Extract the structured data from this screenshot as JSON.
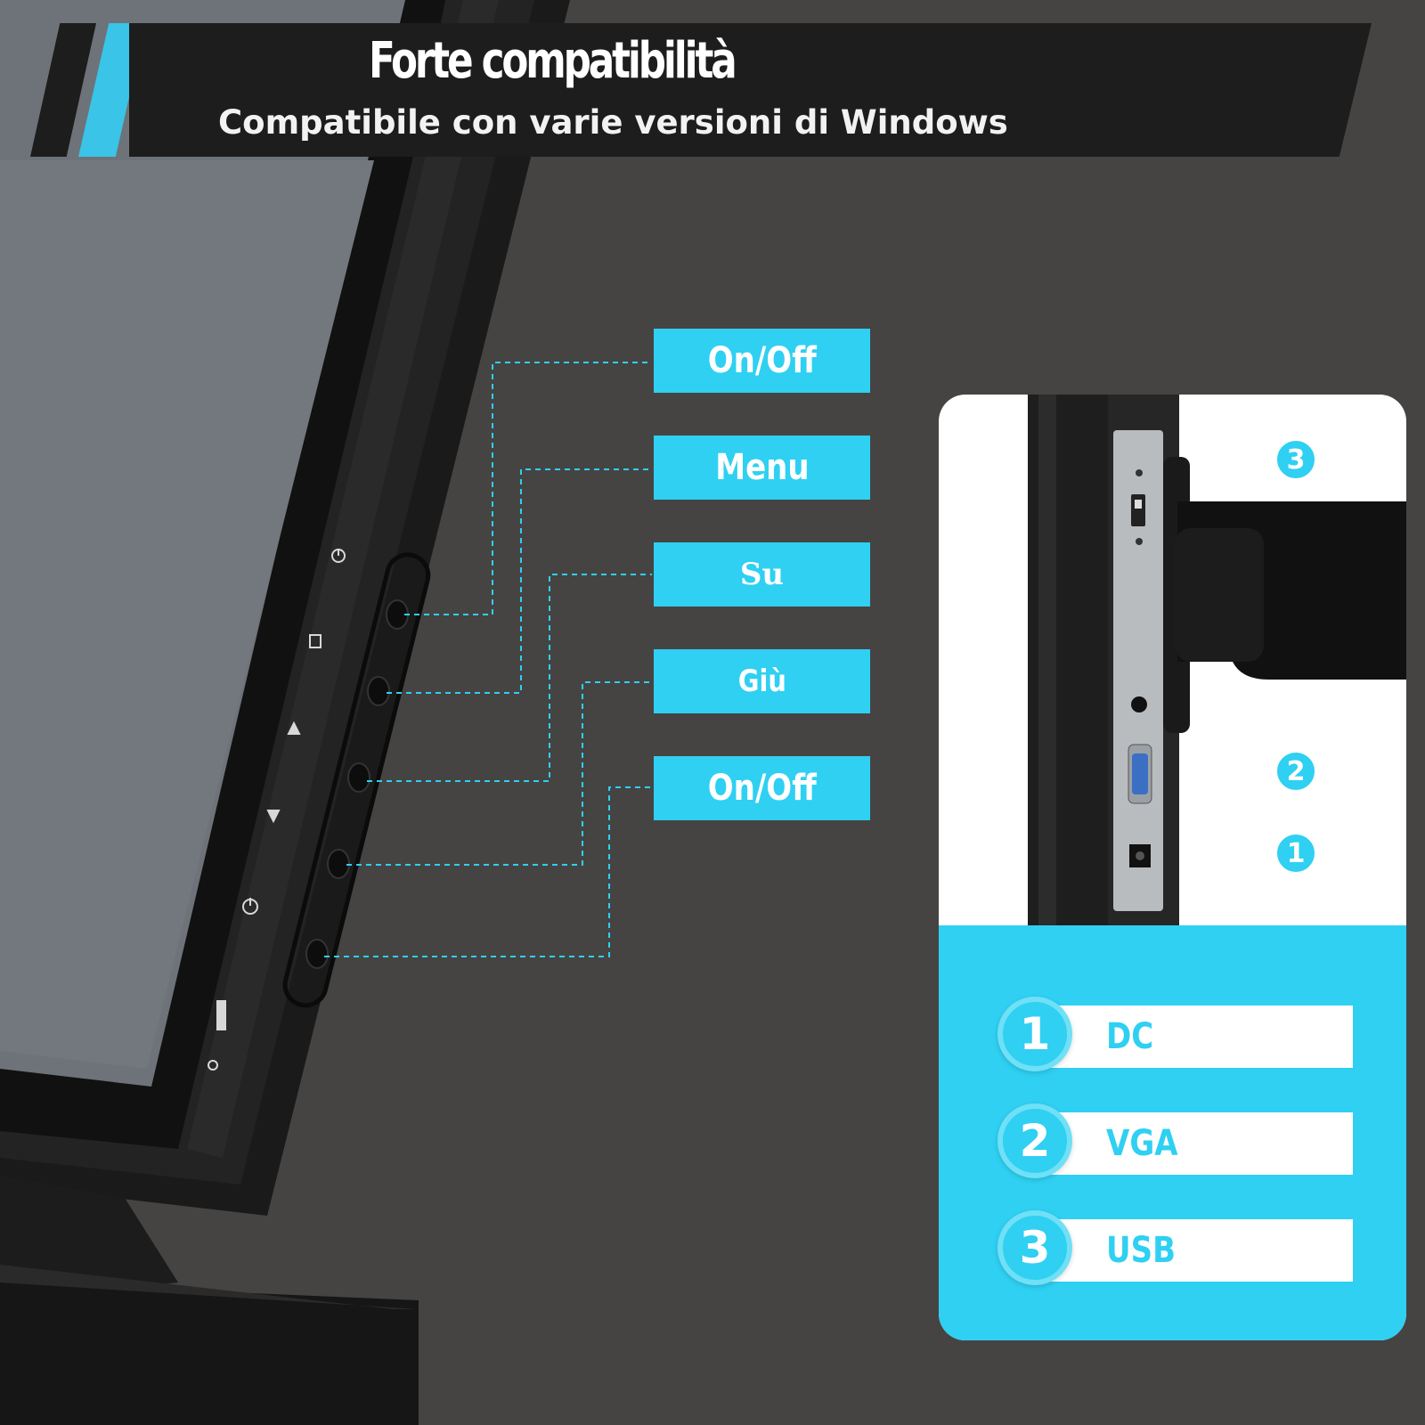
{
  "header": {
    "title": "Forte compatibilità",
    "subtitle": "Compatibile con varie versioni di Windows"
  },
  "buttons": [
    {
      "label": "On/Off"
    },
    {
      "label": "Menu"
    },
    {
      "label": "Su"
    },
    {
      "label": "Giù"
    },
    {
      "label": "On/Off"
    }
  ],
  "ports": [
    {
      "number": "1",
      "name": "DC"
    },
    {
      "number": "2",
      "name": "VGA"
    },
    {
      "number": "3",
      "name": "USB"
    }
  ],
  "colors": {
    "accent": "#2fd0f2",
    "background": "#454443",
    "banner": "#1d1d1d"
  },
  "icons": [
    "power-icon",
    "menu-icon",
    "up-arrow-icon",
    "down-arrow-icon",
    "usb-port-icon",
    "vga-port-icon",
    "dc-jack-icon"
  ]
}
